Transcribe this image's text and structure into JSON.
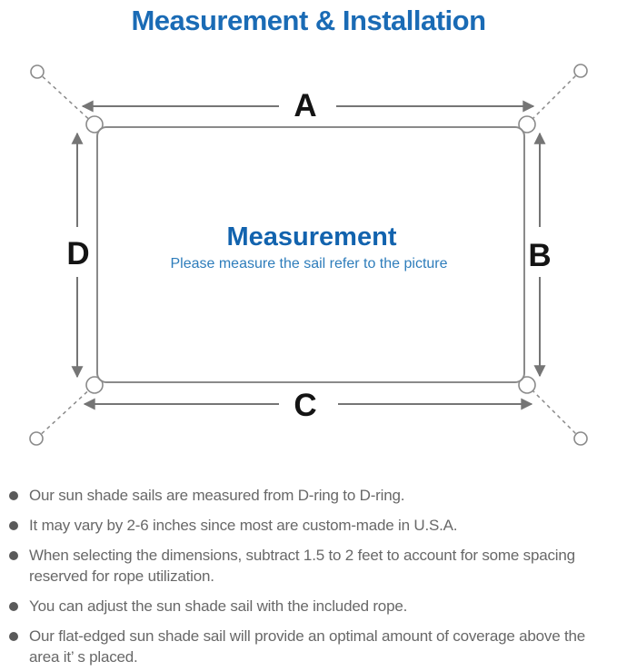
{
  "title": "Measurement & Installation",
  "diagram": {
    "dim_labels": {
      "a": "A",
      "b": "B",
      "c": "C",
      "d": "D"
    },
    "center_title": "Measurement",
    "center_subtitle": "Please measure the sail refer to the picture"
  },
  "colors": {
    "title_blue": "#1a6bb5",
    "center_title_blue": "#1263ae",
    "subtitle_blue": "#2e7dbb",
    "dim_label_black": "#141414",
    "line_gray": "#757575",
    "outline_gray": "#8a8a8a",
    "body_text_gray": "#686868"
  },
  "bullets": [
    "Our sun shade sails are measured from D-ring to D-ring.",
    "It may vary by 2-6 inches since most are custom-made in U.S.A.",
    "When selecting the dimensions, subtract 1.5 to 2 feet to account for some spacing reserved for rope utilization.",
    "You can adjust the sun shade sail with the included rope.",
    "Our flat-edged sun shade sail will provide an optimal amount of coverage above the area it’ s placed."
  ]
}
